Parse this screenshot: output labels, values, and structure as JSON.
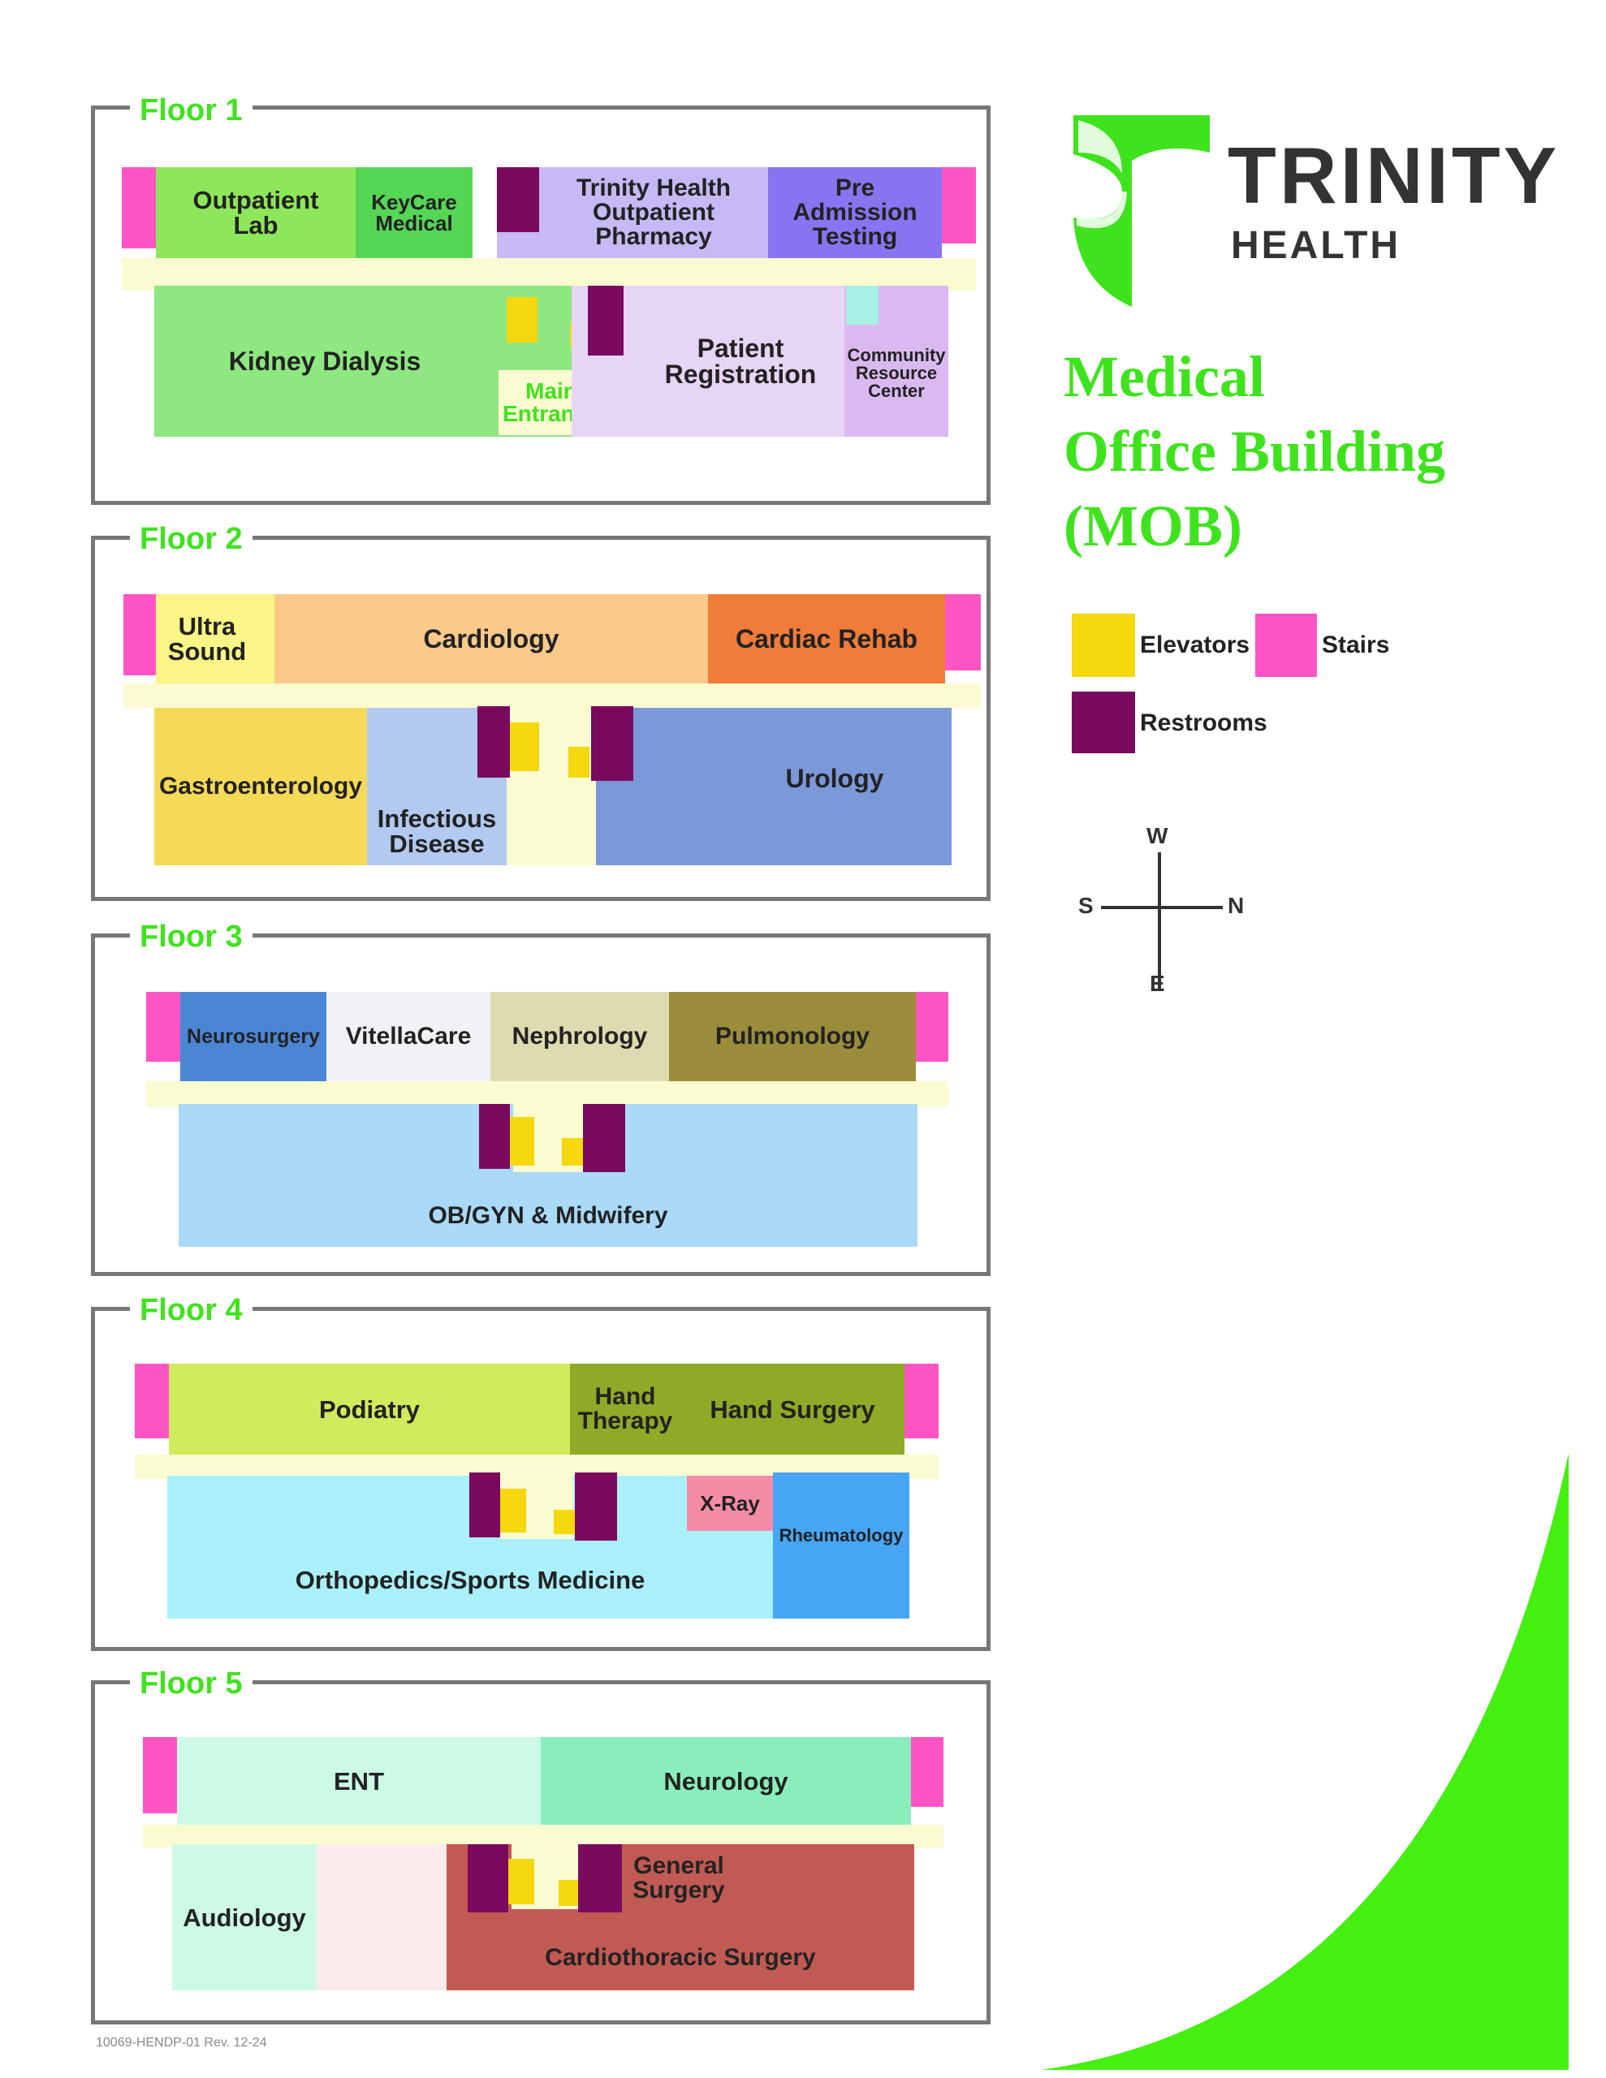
{
  "brand": {
    "name": "TRINITY",
    "sub": "HEALTH",
    "primary_color": "#3fe31d"
  },
  "title": {
    "line1": "Medical",
    "line2": "Office Building",
    "line3": "(MOB)"
  },
  "legend": {
    "elevators": "Elevators",
    "stairs": "Stairs",
    "restrooms": "Restrooms",
    "colors": {
      "elevators": "#f5d80d",
      "stairs": "#ff55c4",
      "restrooms": "#7a0a5e"
    }
  },
  "compass": {
    "north": "N",
    "south": "S",
    "east": "E",
    "west": "W"
  },
  "floors": {
    "f1": {
      "label": "Floor 1",
      "outpatient_lab": "Outpatient Lab",
      "keycare_medical": "KeyCare Medical",
      "trinity_pharmacy": "Trinity Health Outpatient Pharmacy",
      "pre_admission": "Pre Admission Testing",
      "kidney_dialysis": "Kidney Dialysis",
      "main_entrance": "Main Entrance",
      "patient_registration": "Patient Registration",
      "community_resource": "Community Resource Center"
    },
    "f2": {
      "label": "Floor 2",
      "ultra_sound": "Ultra Sound",
      "cardiology": "Cardiology",
      "cardiac_rehab": "Cardiac Rehab",
      "gastroenterology": "Gastroenterology",
      "infectious_disease": "Infectious Disease",
      "urology": "Urology"
    },
    "f3": {
      "label": "Floor 3",
      "neurosurgery": "Neurosurgery",
      "vitellacare": "VitellaCare",
      "nephrology": "Nephrology",
      "pulmonology": "Pulmonology",
      "obgyn": "OB/GYN & Midwifery"
    },
    "f4": {
      "label": "Floor 4",
      "podiatry": "Podiatry",
      "hand_therapy": "Hand Therapy",
      "hand_surgery": "Hand Surgery",
      "xray": "X-Ray",
      "rheumatology": "Rheumatology",
      "orthopedics": "Orthopedics/Sports Medicine"
    },
    "f5": {
      "label": "Floor 5",
      "ent": "ENT",
      "neurology": "Neurology",
      "audiology": "Audiology",
      "general_surgery": "General Surgery",
      "cardiothoracic": "Cardiothoracic Surgery"
    }
  },
  "footer": {
    "code": "10069-HENDP-01 Rev. 12-24"
  }
}
